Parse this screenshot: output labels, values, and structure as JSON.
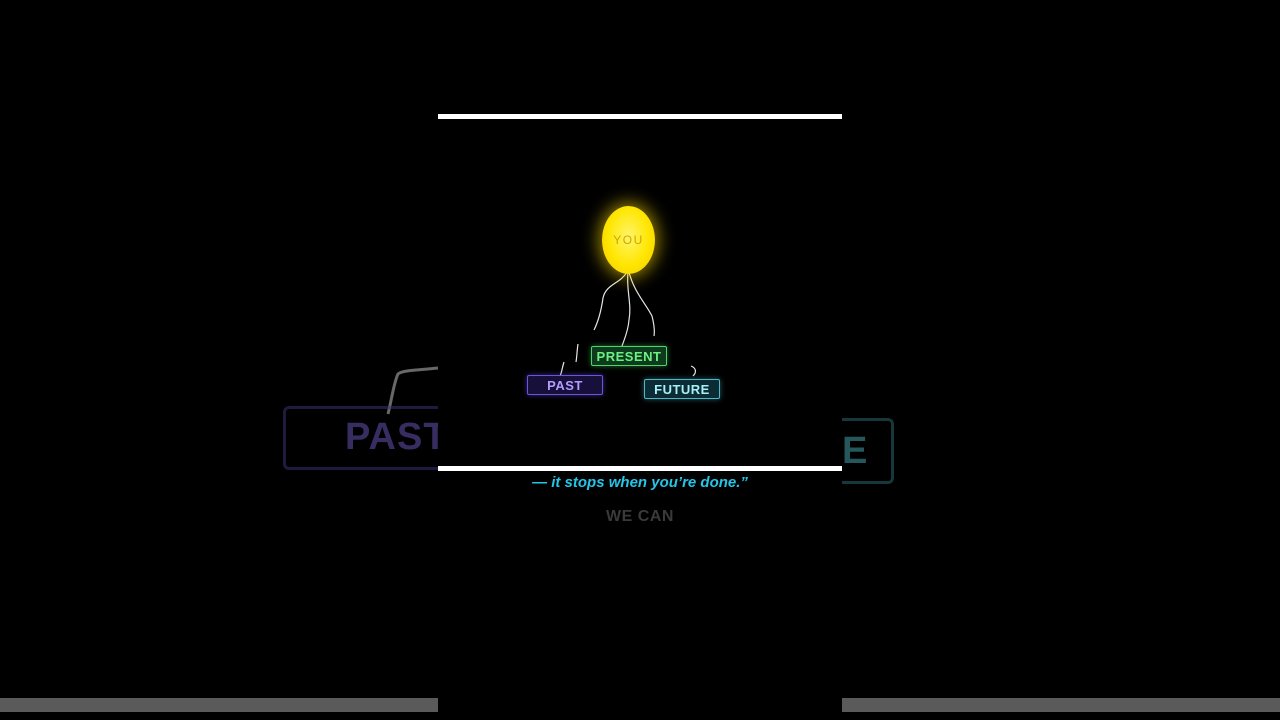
{
  "diagram": {
    "root": {
      "label": "YOU"
    },
    "nodes": {
      "present": "PRESENT",
      "past": "PAST",
      "future": "FUTURE"
    }
  },
  "backdrop": {
    "past": "PAST",
    "future": "E"
  },
  "captions": {
    "quote": "— it stops when you’re done.”",
    "next": "WE CAN"
  },
  "colors": {
    "you": "#ffe600",
    "present": "#4fd46a",
    "past": "#6e52e6",
    "future": "#4fb7c7",
    "caption": "#26c5e8"
  }
}
